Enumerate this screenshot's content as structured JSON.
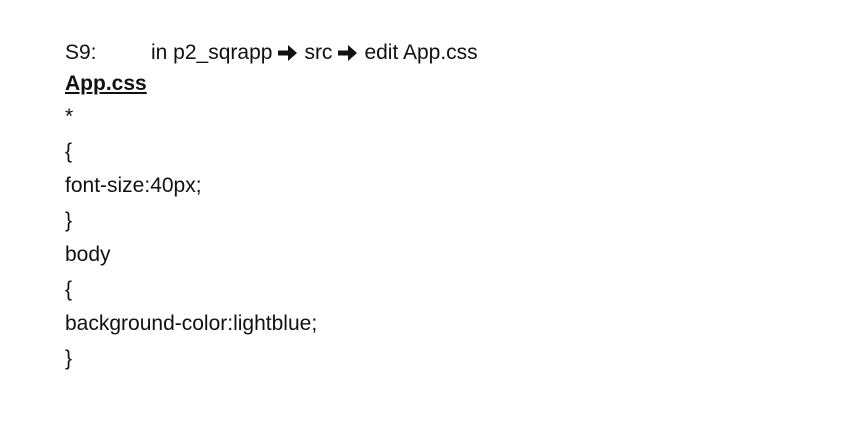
{
  "step": {
    "label": "S9:",
    "path_prefix": "in p2_sqrapp",
    "arrow_icon": "right-arrow-icon",
    "path_middle": "src",
    "path_suffix": "edit App.css"
  },
  "file_heading": "App.css",
  "code_lines": [
    "*",
    "{",
    "font-size:40px;",
    "}",
    "body",
    "{",
    "background-color:lightblue;",
    "}"
  ]
}
